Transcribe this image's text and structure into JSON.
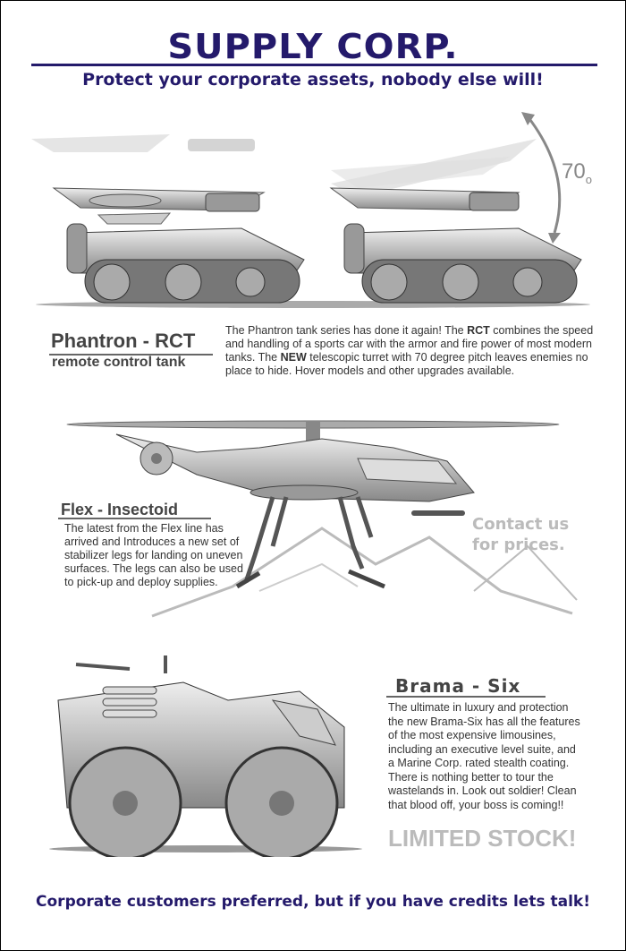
{
  "header": {
    "title": "SUPPLY CORP.",
    "tagline": "Protect your corporate assets, nobody else will!"
  },
  "tank": {
    "name": "Phantron - RCT",
    "subtitle": "remote control tank",
    "pitch_label": "70",
    "pitch_unit": "o",
    "desc_1": "The Phantron tank series has done it again! The ",
    "desc_b1": "RCT",
    "desc_2": " combines the speed and handling of a sports car with the armor and fire power of most modern tanks. The ",
    "desc_b2": "NEW",
    "desc_3": " telescopic turret with 70 degree pitch leaves enemies no place to hide. Hover models and other upgrades available."
  },
  "heli": {
    "name": "Flex - Insectoid",
    "desc": "The latest from the Flex line has arrived and Introduces a new set of stabilizer legs for landing on uneven surfaces. The legs can also be used to pick-up and deploy supplies.",
    "contact_1": "Contact us",
    "contact_2": "for prices."
  },
  "car": {
    "name": "Brama - Six",
    "desc": "The ultimate in luxury and protection the new Brama-Six has all the features of the most expensive limousines, including an executive level suite, and a Marine Corp. rated stealth coating. There is nothing better to tour the wastelands in. Look out soldier! Clean that blood off, your boss is coming!!",
    "stock": "LIMITED STOCK!"
  },
  "footer": {
    "text": "Corporate customers preferred, but if you have credits lets talk!"
  },
  "colors": {
    "brand": "#241a6b",
    "accent_gray": "#bbbbbb",
    "heading": "#444444"
  }
}
